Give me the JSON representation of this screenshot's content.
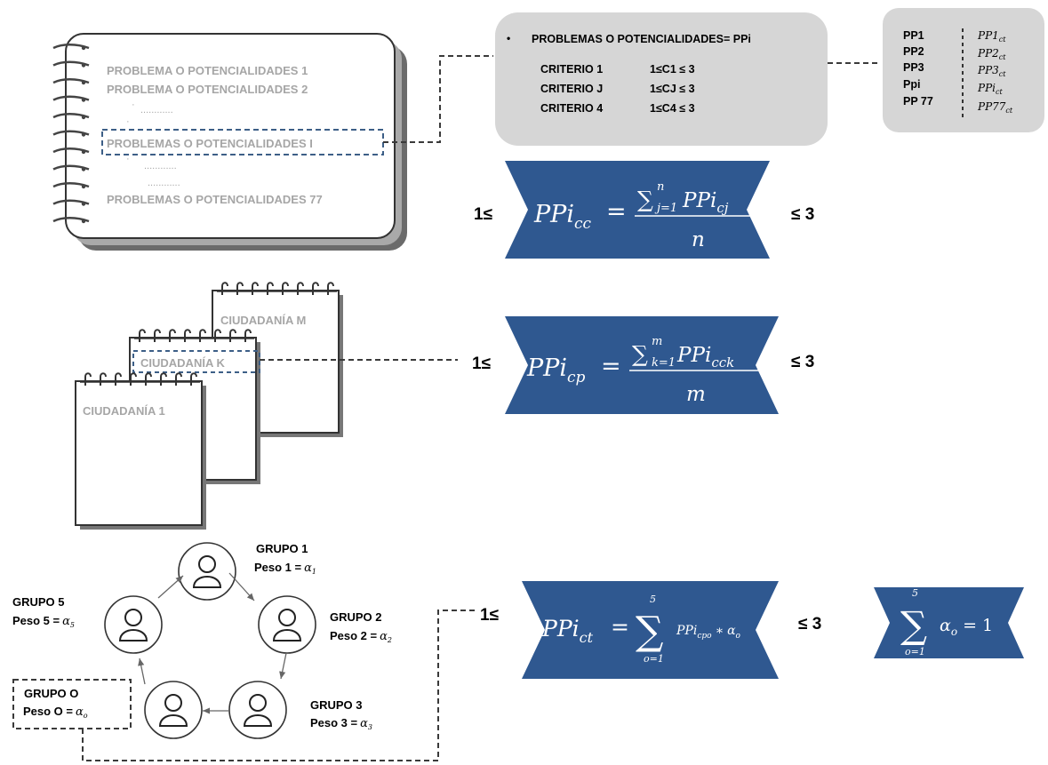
{
  "notebook": {
    "lines": [
      "PROBLEMA O POTENCIALIDADES 1",
      "PROBLEMA O POTENCIALIDADES 2",
      "PROBLEMAS O POTENCIALIDADES I",
      "PROBLEMAS O POTENCIALIDADES 77"
    ],
    "dots": [
      "·",
      "............",
      "·",
      "............",
      "·",
      "............"
    ]
  },
  "criteria_box": {
    "bullet": "•",
    "heading": "PROBLEMAS O POTENCIALIDADES= PPi",
    "rows": [
      {
        "name": "CRITERIO 1",
        "range": "1≤C1 ≤ 3"
      },
      {
        "name": "CRITERIO J",
        "range": "1≤CJ ≤ 3"
      },
      {
        "name": "CRITERIO 4",
        "range": "1≤C4 ≤ 3"
      }
    ]
  },
  "pp_box": {
    "labels": [
      "PP1",
      "PP2",
      "PP3",
      "Ppi",
      "PP 77"
    ],
    "values": [
      {
        "base": "PP1",
        "sub": "ct"
      },
      {
        "base": "PP2",
        "sub": "ct"
      },
      {
        "base": "PP3",
        "sub": "ct"
      },
      {
        "base": "PPi",
        "sub": "ct"
      },
      {
        "base": "PP77",
        "sub": "ct"
      }
    ]
  },
  "formula1": {
    "left": "1≤",
    "right": "≤ 3",
    "lhs": "PPi",
    "lhs_sub": "cc",
    "sum_sub": "j=1",
    "sum_sup": "n",
    "num": "PPi",
    "num_sub": "cj",
    "den": "n"
  },
  "formula2": {
    "left": "1≤",
    "right": "≤ 3",
    "lhs": "PPi",
    "lhs_sub": "cp",
    "sum_sub": "k=1",
    "sum_sup": "m",
    "num": "PPi",
    "num_sub": "cck",
    "den": "m"
  },
  "formula3": {
    "left": "1≤",
    "right": "≤ 3",
    "lhs": "PPi",
    "lhs_sub": "ct",
    "sum_top": "5",
    "sum_bottom": "o=1",
    "term": "PPi",
    "term_sub": "cpo",
    "mult": "∗",
    "alpha": "α",
    "alpha_sub": "o"
  },
  "formula4": {
    "sum_top": "5",
    "sum_bottom": "o=1",
    "alpha": "α",
    "alpha_sub": "o",
    "eq": "= 1"
  },
  "citizens": {
    "cards": [
      "CIUDADANÍA M",
      "CIUDADANÍA K",
      "CIUDADANÍA 1"
    ]
  },
  "groups": [
    {
      "name": "GRUPO 1",
      "peso": "Peso 1 =",
      "alpha_sub": "1"
    },
    {
      "name": "GRUPO 2",
      "peso": "Peso 2 =",
      "alpha_sub": "2"
    },
    {
      "name": "GRUPO 3",
      "peso": "Peso 3 =",
      "alpha_sub": "3"
    },
    {
      "name": "GRUPO O",
      "peso": "Peso O =",
      "alpha_sub": "o"
    },
    {
      "name": "GRUPO 5",
      "peso": "Peso 5 =",
      "alpha_sub": "5"
    }
  ],
  "alpha_symbol": "α",
  "colors": {
    "banner": "#2f5890",
    "box_gray": "#d6d6d6",
    "gray_text": "#a6a6a6",
    "dash": "#3a3a3a",
    "dash_blue": "#3d5f87"
  },
  "icons": [
    "spiral-notebook-icon",
    "notepad-icon",
    "person-icon",
    "arrow-icon"
  ]
}
